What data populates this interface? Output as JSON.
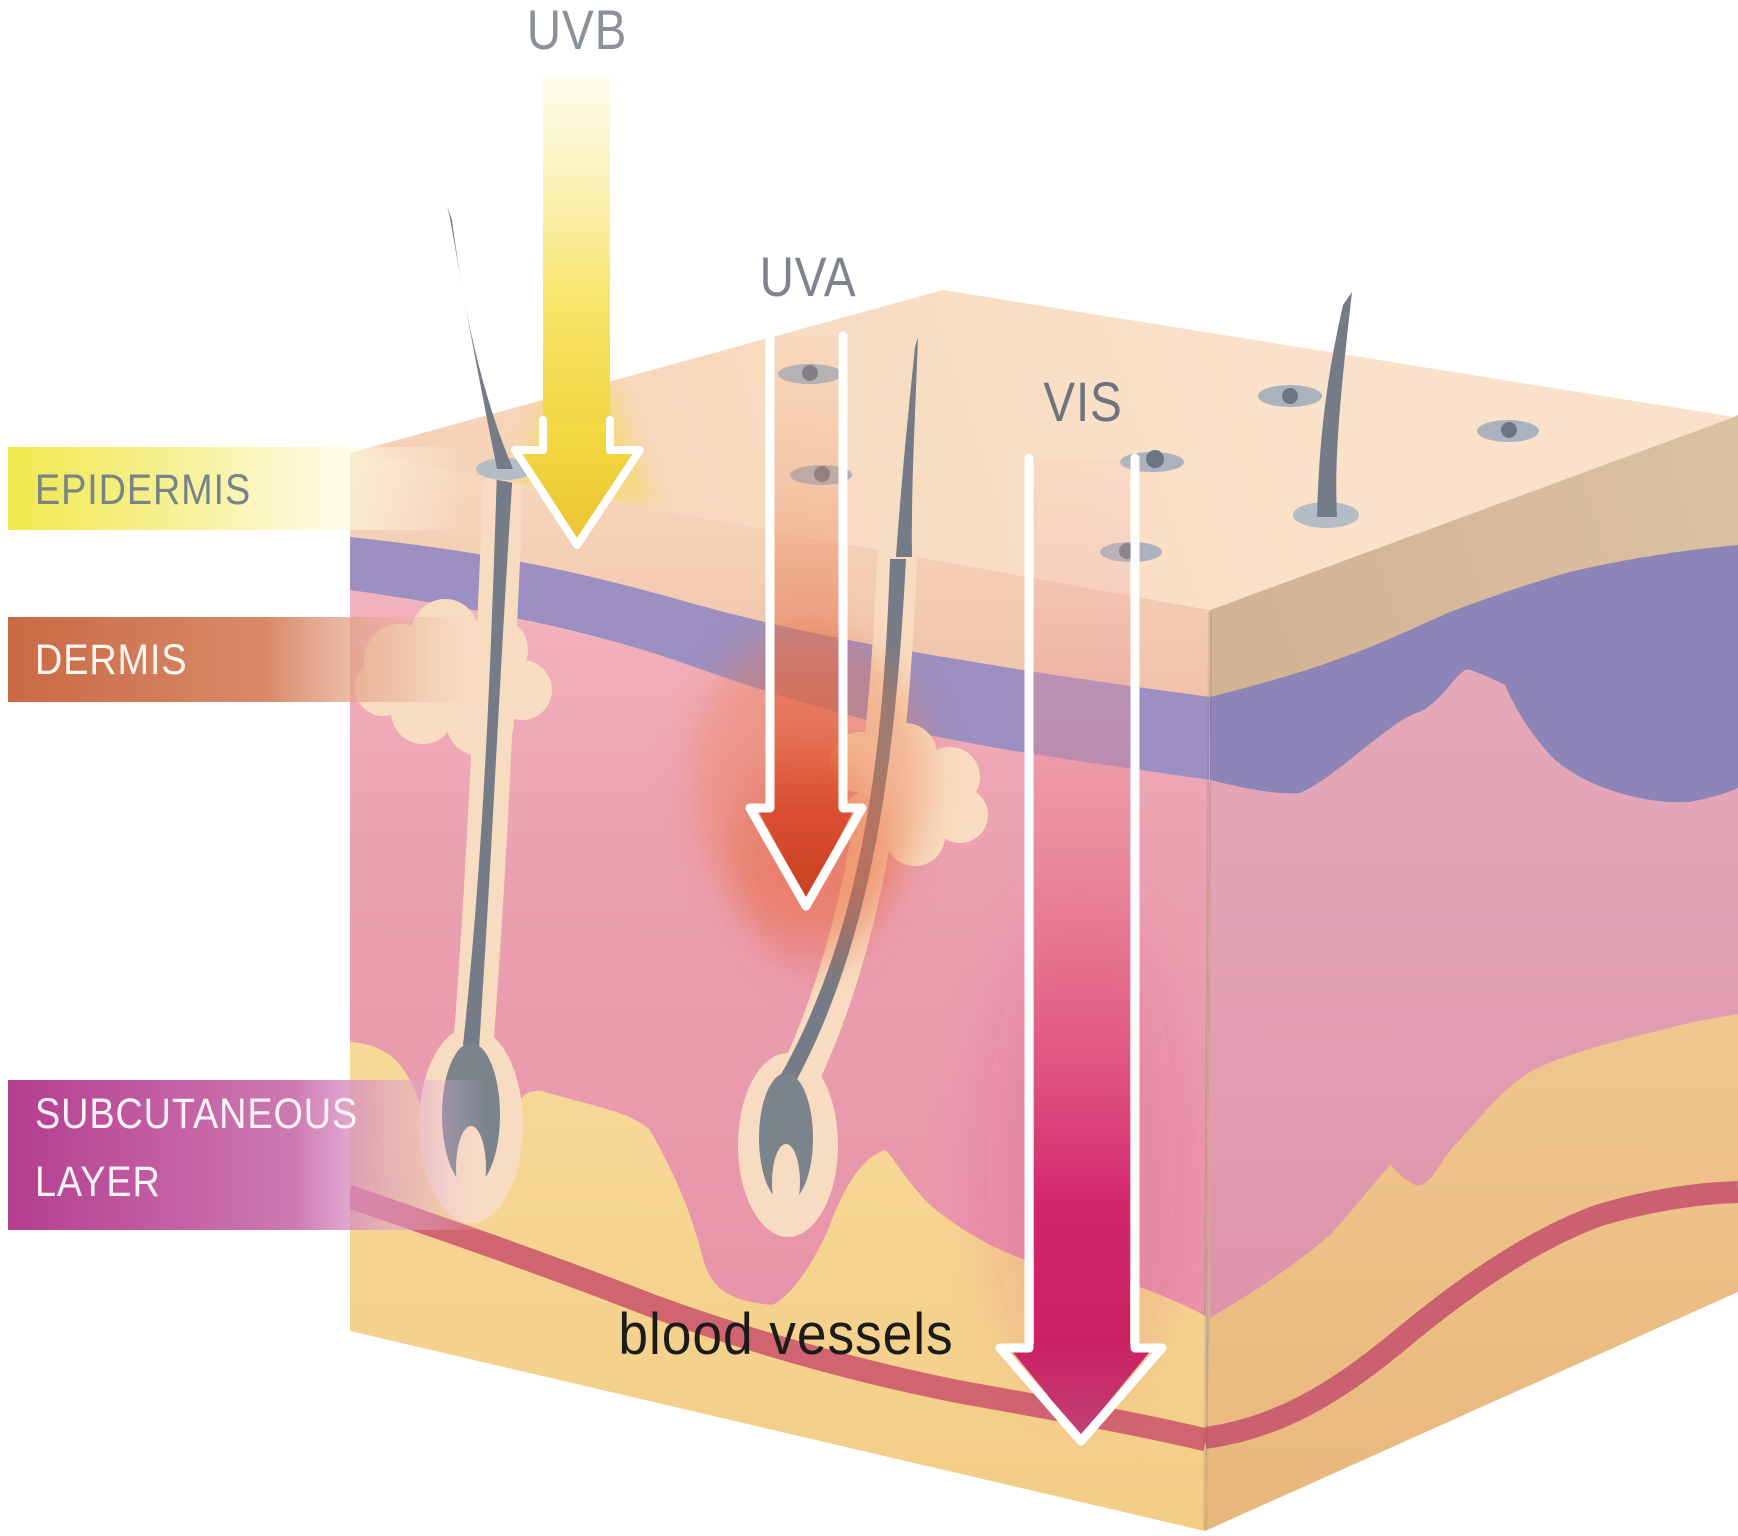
{
  "diagram_title": "skin cross-section with light penetration depths",
  "labels": {
    "uvb": "UVB",
    "uva": "UVA",
    "vis": "VIS",
    "epidermis": "EPIDERMIS",
    "dermis": "DERMIS",
    "subcutaneous_1": "SUBCUTANEOUS",
    "subcutaneous_2": "LAYER",
    "blood_vessels": "blood vessels"
  },
  "rays": [
    {
      "id": "uvb",
      "label": "UVB",
      "color": "#f1d642",
      "reaches": "epidermis"
    },
    {
      "id": "uva",
      "label": "UVA",
      "color": "#d9542e",
      "reaches": "dermis"
    },
    {
      "id": "vis",
      "label": "VIS",
      "color": "#cc2164",
      "reaches": "subcutaneous layer"
    }
  ],
  "layer_bands": [
    {
      "id": "epidermis",
      "band_color": "#f0e84c",
      "text_color": "#79838a"
    },
    {
      "id": "dermis",
      "band_color": "#c96944",
      "text_color": "#fdf6f2"
    },
    {
      "id": "subcutaneous",
      "band_color": "#b43d8f",
      "text_color": "#fdf3f9"
    }
  ],
  "colors": {
    "skin_top_face": "#f8dcc1",
    "epidermis_front": "#f6d5ba",
    "epidermis_side_tan": "#d8bc9e",
    "basal_purple_front": "#9c8fc1",
    "basal_purple_side": "#8d85b8",
    "dermis_pink_front": "#eba1b1",
    "dermis_pink_side": "#e2a0b2",
    "subcutaneous_fat_front": "#f6d795",
    "subcutaneous_fat_side": "#eec189",
    "blood_vessel": "#d0646f",
    "hair": "#757c87",
    "pore": "#a9b2bd",
    "gland_cream": "#f8dcc1",
    "ray_label_gray": "#7d848d",
    "annotation_black": "#1b1b1b"
  }
}
